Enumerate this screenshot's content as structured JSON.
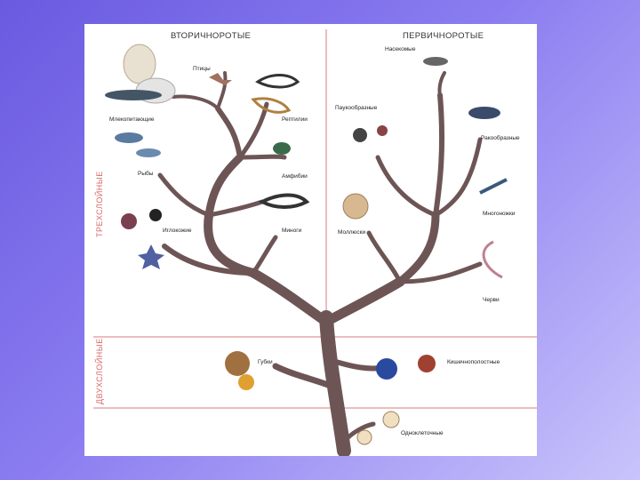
{
  "headers": {
    "deuterostomes": "ВТОРИЧНОРОТЫЕ",
    "protostomes": "ПЕРВИЧНОРОТЫЕ"
  },
  "side_labels": {
    "triploblastic": "ТРЕХСЛОЙНЫЕ",
    "diploblastic": "ДВУХСЛОЙНЫЕ"
  },
  "groups": {
    "birds": "Птицы",
    "mammals": "Млекопитающие",
    "reptiles": "Рептилии",
    "fish": "Рыбы",
    "amphibians": "Амфибии",
    "echinoderms": "Иглокожие",
    "lancelets": "Миноги",
    "insects": "Насекомые",
    "arachnids": "Паукообразные",
    "crustaceans": "Ракообразные",
    "myriapods": "Многоножки",
    "molluscs": "Моллюски",
    "worms": "Черви",
    "sponges": "Губки",
    "coelenterates": "Кишечнополостные",
    "unicellular": "Одноклеточные"
  },
  "colors": {
    "trunk": "#6e5555",
    "divider": "#d87878",
    "header_text": "#333333",
    "side_text": "#d86a6a",
    "bg_from": "#6a5ae0",
    "bg_to": "#c9c4fb"
  }
}
